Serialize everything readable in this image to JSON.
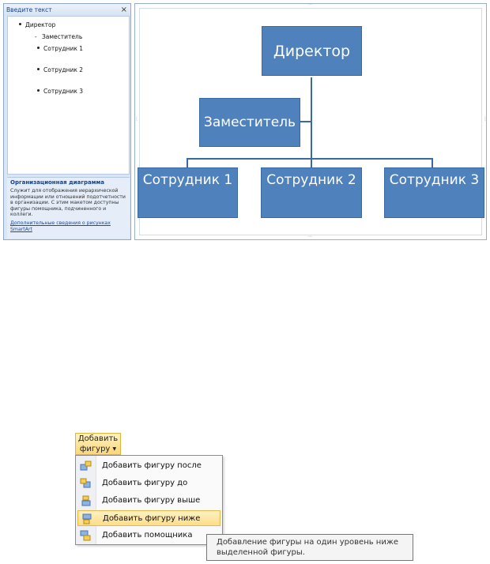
{
  "text_pane": {
    "title": "Введите текст",
    "close": "×",
    "items": [
      {
        "text": "Директор",
        "level": 1
      },
      {
        "text": "Заместитель",
        "level": 2
      },
      {
        "text": "Сотрудник 1",
        "level": 2
      },
      {
        "text": "Сотрудник 2",
        "level": 2
      },
      {
        "text": "Сотрудник 3",
        "level": 2
      }
    ],
    "description": {
      "title": "Организационная диаграмма",
      "text": "Служит для отображения иерархической информации или отношений подотчетности в организации. С этим макетом доступны фигуры помощника, подчиненного и коллеги.",
      "link": "Дополнительные сведения о рисунках SmartArt"
    }
  },
  "diagram": {
    "director": "Директор",
    "assistant": "Заместитель",
    "employees": [
      "Сотрудник 1",
      "Сотрудник 2",
      "Сотрудник 3"
    ],
    "colors": {
      "node": "#4f81bd",
      "connector": "#3b6aa3"
    }
  },
  "ribbon": {
    "add_shape_line1": "Добавить",
    "add_shape_line2": "фигуру"
  },
  "menu": {
    "items": [
      {
        "label": "Добавить фигуру после",
        "icon": "add-shape-after-icon"
      },
      {
        "label": "Добавить фигуру до",
        "icon": "add-shape-before-icon"
      },
      {
        "label": "Добавить фигуру выше",
        "icon": "add-shape-above-icon"
      },
      {
        "label": "Добавить фигуру ниже",
        "icon": "add-shape-below-icon",
        "highlighted": true
      },
      {
        "label": "Добавить помощника",
        "icon": "add-assistant-icon"
      }
    ]
  },
  "tooltip": {
    "line1": "Добавление фигуры на один уровень ниже",
    "line2": "выделенной фигуры."
  }
}
